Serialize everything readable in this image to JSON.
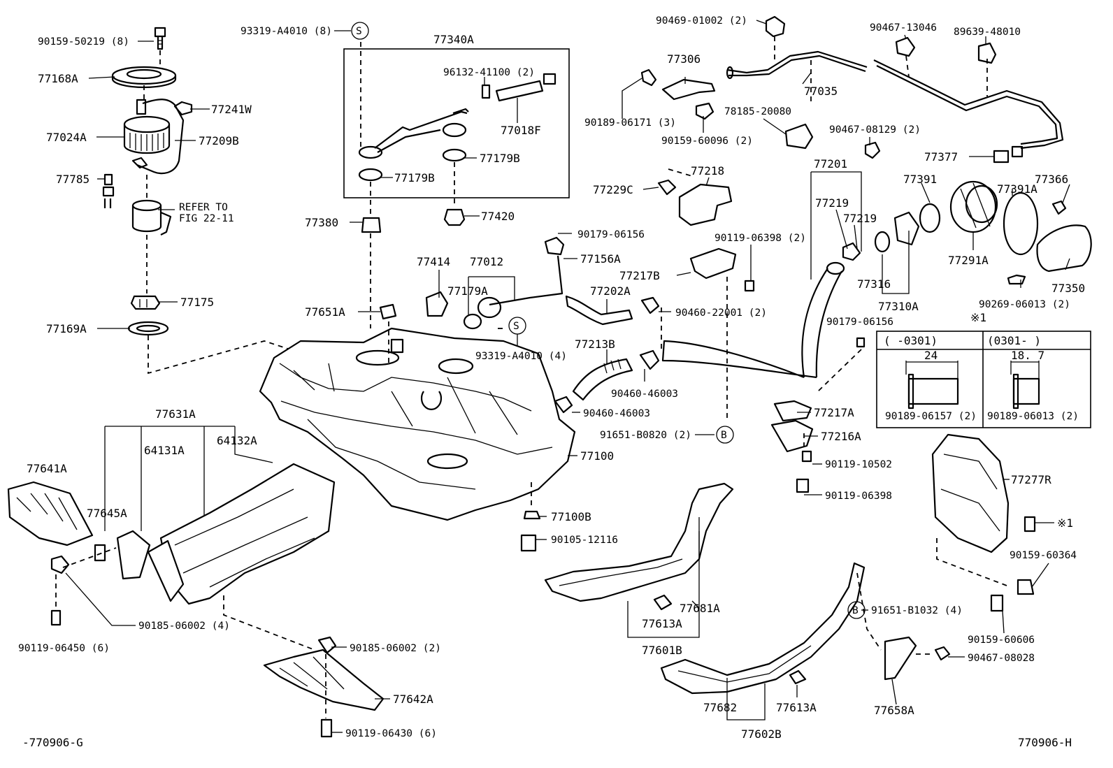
{
  "diagram": {
    "labels": {
      "l_90159_50219": "90159-50219 (8)",
      "l_77168A": "77168A",
      "l_77241W": "77241W",
      "l_77024A": "77024A",
      "l_77209B": "77209B",
      "l_77785": "77785",
      "l_refer1": "REFER TO",
      "l_refer2": "FIG 22-11",
      "l_77175": "77175",
      "l_77169A": "77169A",
      "l_93319_A4010_8": "93319-A4010 (8)",
      "l_S1": "S",
      "l_77340A": "77340A",
      "l_96132_41100": "96132-41100 (2)",
      "l_77018F": "77018F",
      "l_77179B_1": "77179B",
      "l_77179B_2": "77179B",
      "l_77420": "77420",
      "l_77380": "77380",
      "l_90469_01002": "90469-01002 (2)",
      "l_77306": "77306",
      "l_90189_06171": "90189-06171 (3)",
      "l_90159_60096": "90159-60096 (2)",
      "l_77035": "77035",
      "l_78185_20080": "78185-20080",
      "l_90467_13046": "90467-13046",
      "l_89639_48010": "89639-48010",
      "l_90467_08129": "90467-08129 (2)",
      "l_77377": "77377",
      "l_77218": "77218",
      "l_77229C": "77229C",
      "l_77201": "77201",
      "l_77391": "77391",
      "l_77391A": "77391A",
      "l_77366": "77366",
      "l_77219_1": "77219",
      "l_77219_2": "77219",
      "l_77291A": "77291A",
      "l_90119_06398_2": "90119-06398 (2)",
      "l_90179_06156_1": "90179-06156",
      "l_77156A": "77156A",
      "l_77217B": "77217B",
      "l_77414": "77414",
      "l_77012": "77012",
      "l_77179A": "77179A",
      "l_77202A": "77202A",
      "l_77316": "77316",
      "l_77310A": "77310A",
      "l_77350": "77350",
      "l_90269_06013": "90269-06013 (2)",
      "l_mark1_top": "※1",
      "l_77651A": "77651A",
      "l_90460_22001": "90460-22001 (2)",
      "l_90179_06156_2": "90179-06156",
      "l_S2": "S",
      "l_93319_A4010_4": "93319-A4010 (4)",
      "l_77213B": "77213B",
      "l_90460_46003_1": "90460-46003",
      "l_90460_46003_2": "90460-46003",
      "l_tbl_range1": "(      -0301)",
      "l_tbl_range2": "(0301-       )",
      "l_tbl_dim1": "24",
      "l_tbl_dim2": "18. 7",
      "l_90189_06157": "90189-06157 (2)",
      "l_90189_06013": "90189-06013 (2)",
      "l_77631A": "77631A",
      "l_64131A": "64131A",
      "l_64132A": "64132A",
      "l_77217A": "77217A",
      "l_91651_B0820": "91651-B0820 (2)",
      "l_B1": "B",
      "l_77216A": "77216A",
      "l_77100": "77100",
      "l_77641A": "77641A",
      "l_90119_10502": "90119-10502",
      "l_77277R": "77277R",
      "l_90119_06398": "90119-06398",
      "l_77645A": "77645A",
      "l_77100B": "77100B",
      "l_mark1_right": "※1",
      "l_90105_12116": "90105-12116",
      "l_90159_60364": "90159-60364",
      "l_77681A": "77681A",
      "l_90185_06002_4": "90185-06002 (4)",
      "l_91651_B1032": "91651-B1032 (4)",
      "l_B2": "B",
      "l_77613A_1": "77613A",
      "l_90119_06450": "90119-06450 (6)",
      "l_90185_06002_2": "90185-06002 (2)",
      "l_77601B": "77601B",
      "l_90159_60606": "90159-60606",
      "l_90467_08028": "90467-08028",
      "l_77642A": "77642A",
      "l_77682": "77682",
      "l_77613A_2": "77613A",
      "l_77658A": "77658A",
      "l_90119_06430": "90119-06430 (6)",
      "l_77602B": "77602B",
      "l_code_left": "-770906-G",
      "l_code_right": "770906-H"
    }
  }
}
